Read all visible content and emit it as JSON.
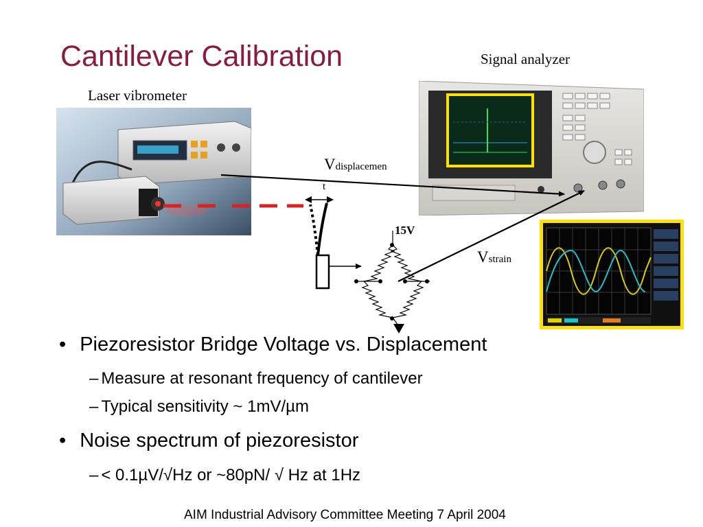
{
  "slide": {
    "title": "Cantilever Calibration",
    "footer": "AIM Industrial Advisory Committee Meeting 7 April 2004"
  },
  "diagram": {
    "signal_analyzer_label": "Signal analyzer",
    "laser_vibrometer_label": "Laser vibrometer",
    "v_displacement_main": "V",
    "v_displacement_sub": "displacemen",
    "v_displacement_wrap": "t",
    "v_strain_main": "V",
    "v_strain_sub": "strain",
    "supply_voltage": "15V"
  },
  "bullets": [
    {
      "text": "Piezoresistor Bridge Voltage vs. Displacement",
      "subs": [
        "Measure at resonant frequency of cantilever",
        "Typical sensitivity ~ 1mV/µm"
      ]
    },
    {
      "text": "Noise spectrum of piezoresistor",
      "subs": [
        "< 0.1µV/√Hz or ~80pN/ √ Hz at 1Hz"
      ]
    }
  ],
  "glyphs": {
    "bullet": "•",
    "dash": "–"
  },
  "colors": {
    "title": "#8b1a3c",
    "laser": "#e01f1f",
    "highlight": "#ffe000",
    "trace_yellow": "#e0d000",
    "trace_cyan": "#20c0c8"
  }
}
